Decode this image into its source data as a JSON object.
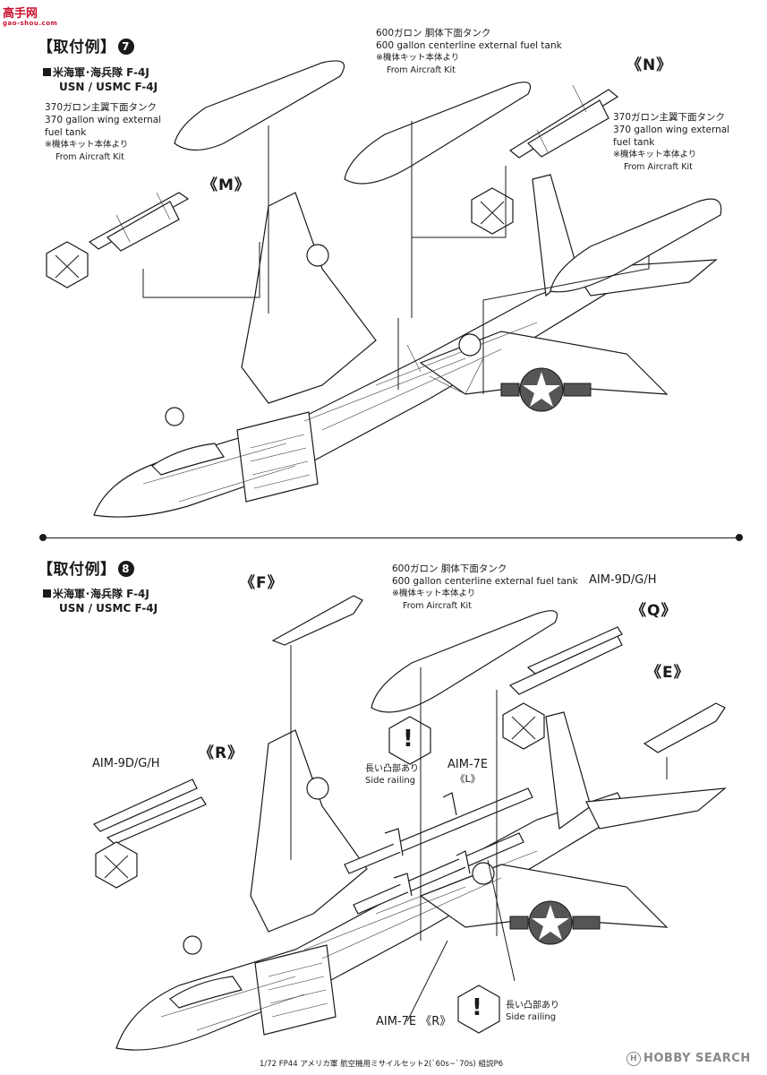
{
  "watermark": {
    "line1": "高手网",
    "line2": "gao-shou.com"
  },
  "section7": {
    "title": "【取付例】",
    "number": "7",
    "aircraft_jp": "米海軍･海兵隊 F-4J",
    "aircraft_en": "USN / USMC F-4J",
    "center_tank": {
      "jp": "600ガロン 胴体下面タンク",
      "en": "600 gallon centerline external fuel tank",
      "note_jp": "※機体キット本体より",
      "note_en": "From Aircraft Kit"
    },
    "left_tank": {
      "jp": "370ガロン主翼下面タンク",
      "en1": "370 gallon wing external",
      "en2": "fuel tank",
      "note_jp": "※機体キット本体より",
      "note_en": "From Aircraft Kit"
    },
    "right_tank": {
      "jp": "370ガロン主翼下面タンク",
      "en1": "370 gallon wing external",
      "en2": "fuel tank",
      "note_jp": "※機体キット本体より",
      "note_en": "From Aircraft Kit"
    },
    "part_m": "《M》",
    "part_n": "《N》"
  },
  "section8": {
    "title": "【取付例】",
    "number": "8",
    "aircraft_jp": "米海軍･海兵隊 F-4J",
    "aircraft_en": "USN / USMC F-4J",
    "center_tank": {
      "jp": "600ガロン 胴体下面タンク",
      "en": "600 gallon centerline external fuel tank",
      "note_jp": "※機体キット本体より",
      "note_en": "From Aircraft Kit"
    },
    "part_f": "《F》",
    "part_e": "《E》",
    "part_q": "《Q》",
    "part_r": "《R》",
    "aim9_right": "AIM-9D/G/H",
    "aim9_left": "AIM-9D/G/H",
    "aim7_l": "AIM-7E",
    "aim7_l_sub": "《L》",
    "aim7_r": "AIM-7E 《R》",
    "rail_top_jp": "長い凸部あり",
    "rail_top_en": "Side railing",
    "rail_bottom_jp": "長い凸部あり",
    "rail_bottom_en": "Side railing",
    "warning_symbol": "!"
  },
  "footer": {
    "text": "1/72 FP44 アメリカ軍 航空機用ミサイルセット2(`60s~`70s) 組説P6",
    "brand": "HOBBY SEARCH"
  }
}
